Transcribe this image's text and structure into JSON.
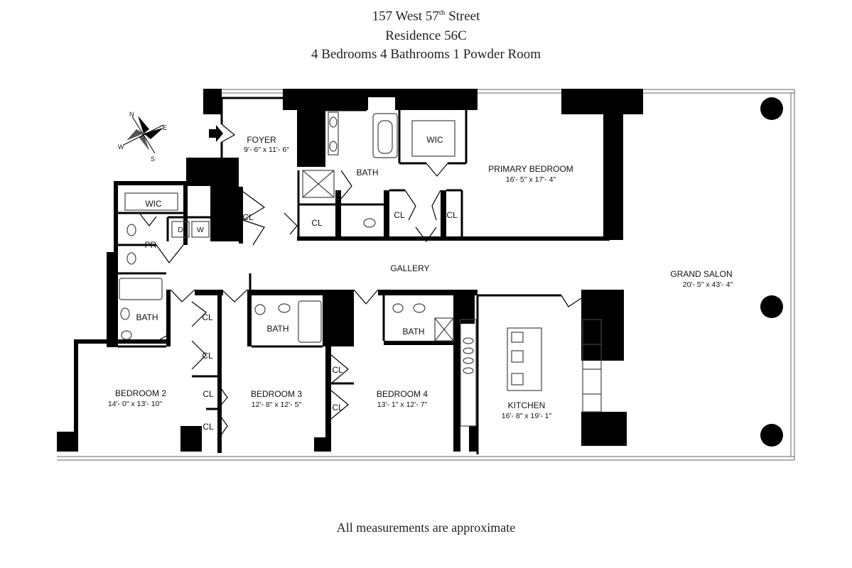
{
  "header": {
    "address_prefix": "157 West 57",
    "address_sup": "th",
    "address_suffix": " Street",
    "residence": "Residence 56C",
    "summary": "4 Bedrooms 4 Bathrooms 1 Powder Room"
  },
  "compass": {
    "n": "N",
    "e": "E",
    "s": "S",
    "w": "W"
  },
  "rooms": {
    "foyer": {
      "name": "FOYER",
      "dim": "9'- 6\" x 11'- 6\""
    },
    "primary_bedroom": {
      "name": "PRIMARY BEDROOM",
      "dim": "16'- 5\" x 17'- 4\""
    },
    "gallery": {
      "name": "GALLERY"
    },
    "grand_salon": {
      "name": "GRAND SALON",
      "dim": "20'- 5\" x 43'- 4\""
    },
    "bedroom2": {
      "name": "BEDROOM 2",
      "dim": "14'- 0\" x 13'- 10\""
    },
    "bedroom3": {
      "name": "BEDROOM 3",
      "dim": "12'- 8\" x 12'- 5\""
    },
    "bedroom4": {
      "name": "BEDROOM 4",
      "dim": "13'- 1\" x 12'- 7\""
    },
    "kitchen": {
      "name": "KITCHEN",
      "dim": "16'- 8\" x 19'- 1\""
    }
  },
  "labels": {
    "bath": "BATH",
    "wic": "WIC",
    "cl": "CL",
    "pr": "PR",
    "d": "D",
    "w": "W"
  },
  "footer": {
    "note": "All measurements are approximate"
  }
}
